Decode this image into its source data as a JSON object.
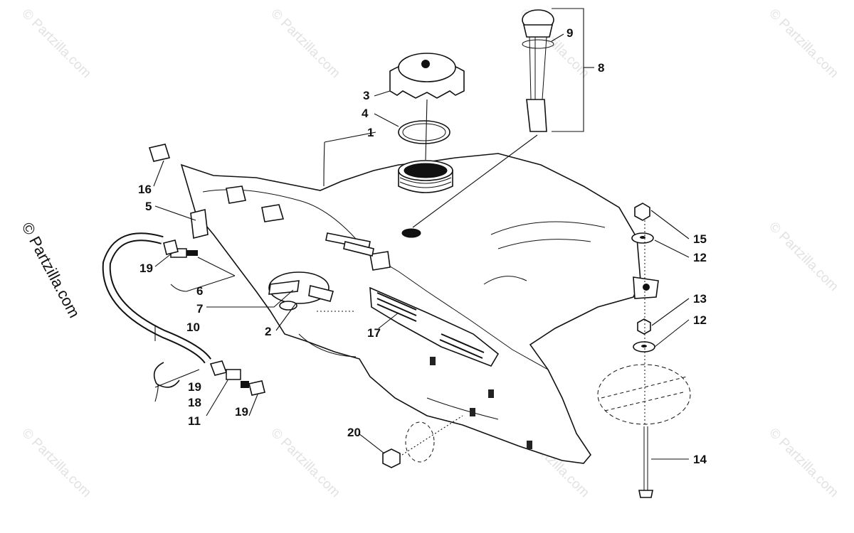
{
  "diagram": {
    "watermark_text": "© Partzilla.com",
    "callouts": {
      "c1": "1",
      "c2": "2",
      "c3": "3",
      "c4": "4",
      "c5": "5",
      "c6": "6",
      "c7": "7",
      "c8": "8",
      "c9": "9",
      "c10": "10",
      "c11": "11",
      "c12a": "12",
      "c12b": "12",
      "c13": "13",
      "c14": "14",
      "c15": "15",
      "c16": "16",
      "c17": "17",
      "c18": "18",
      "c19a": "19",
      "c19b": "19",
      "c19c": "19",
      "c20": "20"
    }
  }
}
